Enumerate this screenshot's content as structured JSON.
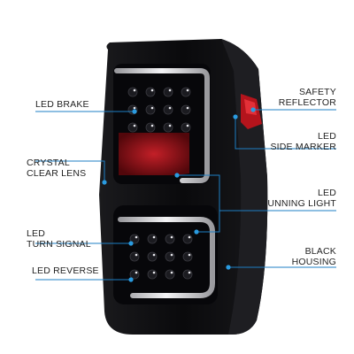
{
  "labels": {
    "led_brake": [
      "LED BRAKE"
    ],
    "crystal_clear_lens": [
      "CRYSTAL",
      "CLEAR LENS"
    ],
    "led_turn_signal": [
      "LED",
      "TURN SIGNAL"
    ],
    "led_reverse": [
      "LED REVERSE"
    ],
    "safety_reflector": [
      "SAFETY",
      "REFLECTOR"
    ],
    "led_side_marker": [
      "LED",
      "SIDE MARKER"
    ],
    "led_running_light": [
      "LED",
      "RUNNING LIGHT"
    ],
    "black_housing": [
      "BLACK",
      "HOUSING"
    ]
  },
  "colors": {
    "callout_line": "#1e7fc4",
    "callout_dot": "#2a9be0",
    "housing": "#0c0c0e",
    "reflector": "#c0141c",
    "light_bar": "#e8e8ea"
  }
}
